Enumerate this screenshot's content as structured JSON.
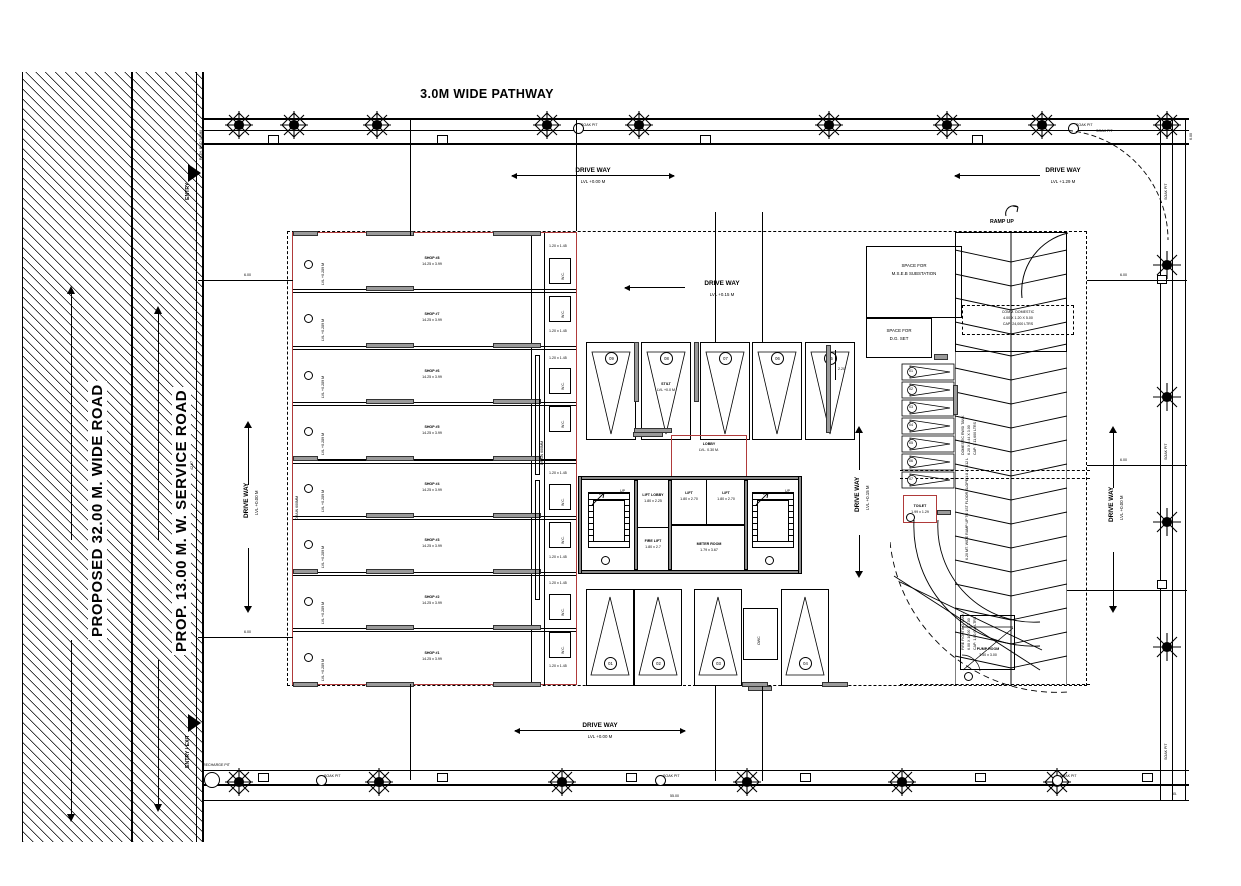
{
  "drawing": {
    "title": "3.0M WIDE PATHWAY",
    "type": "architectural-ground-floor-plan"
  },
  "roads": {
    "main": "PROPOSED 32.00 M. WIDE ROAD",
    "service": "PROP. 13.00 M. W. SERVICE ROAD"
  },
  "access": {
    "entry": "ENTRY",
    "entry_exit": "ENTRY / EXIT"
  },
  "driveways": [
    {
      "id": "dw-top-left",
      "label": "DRIVE WAY",
      "level": "LVL +0.00 M"
    },
    {
      "id": "dw-top-right",
      "label": "DRIVE WAY",
      "level": "LVL +1.29 M"
    },
    {
      "id": "dw-center",
      "label": "DRIVE WAY",
      "level": "LVL +0.15 M"
    },
    {
      "id": "dw-left",
      "label": "DRIVE WAY",
      "level": "LVL +0.00 M"
    },
    {
      "id": "dw-right-mid",
      "label": "DRIVE WAY",
      "level": "LVL +0.15 M"
    },
    {
      "id": "dw-right",
      "label": "DRIVE WAY",
      "level": "LVL +0.00 M"
    },
    {
      "id": "dw-bottom",
      "label": "DRIVE WAY",
      "level": "LVL +0.00 M"
    }
  ],
  "shops": [
    {
      "no": "SHOP #8",
      "size": "14.25 x 3.99",
      "level": "LVL +0.289 M"
    },
    {
      "no": "SHOP #7",
      "size": "14.25 x 3.99",
      "level": "LVL +0.289 M"
    },
    {
      "no": "SHOP #6",
      "size": "14.25 x 3.99",
      "level": "LVL +0.289 M"
    },
    {
      "no": "SHOP #5",
      "size": "14.25 x 3.99",
      "level": "LVL +0.289 M"
    },
    {
      "no": "SHOP #4",
      "size": "14.25 x 3.99",
      "level": "LVL +0.289 M"
    },
    {
      "no": "SHOP #3",
      "size": "14.25 x 3.99",
      "level": "LVL +0.289 M"
    },
    {
      "no": "SHOP #2",
      "size": "14.25 x 3.99",
      "level": "LVL +0.289 M"
    },
    {
      "no": "SHOP #1",
      "size": "14.25 x 3.99",
      "level": "LVL +0.289 M"
    }
  ],
  "shop_toilets": [
    {
      "label": "W.C.",
      "size": "1.20 x 1.45"
    },
    {
      "label": "W.C.",
      "size": "1.20 x 1.45"
    },
    {
      "label": "W.C.",
      "size": "1.20 x 1.45"
    },
    {
      "label": "W.C.",
      "size": "1.20 x 1.45"
    },
    {
      "label": "W.C.",
      "size": "1.20 x 1.45"
    },
    {
      "label": "W.C.",
      "size": "1.20 x 1.45"
    },
    {
      "label": "W.C.",
      "size": "1.20 x 1.45"
    },
    {
      "label": "W.C.",
      "size": "1.20 x 1.45"
    }
  ],
  "core": {
    "lobby": {
      "name": "LOBBY",
      "level": "LVL. 0.30 M."
    },
    "lift_lobby": {
      "name": "LIFT LOBBY",
      "size": "1.80 x 2.25"
    },
    "lift_1": {
      "name": "LIFT",
      "size": "1.80 x 2.70"
    },
    "lift_2": {
      "name": "LIFT",
      "size": "1.80 x 2.70"
    },
    "fire_lift": {
      "name": "FIRE LIFT",
      "size": "1.80 x 2.7"
    },
    "meter_room": {
      "name": "METER ROOM",
      "size": "1.79 x 3.67"
    },
    "stair_left": {
      "name": "UP"
    },
    "stair_right": {
      "name": "UP"
    }
  },
  "services": {
    "substation": "SPACE FOR\nM.S.E.B SUBSTATION",
    "substation_l1": "SPACE FOR",
    "substation_l2": "M.S.E.B SUBSTATION",
    "dg_l1": "SPACE FOR",
    "dg_l2": "D.G. SET",
    "pump_room": "PUMP ROOM",
    "pump_room_size": "3.50 x 3.00",
    "owc": "OWC",
    "toilet": "TOILET",
    "toilet_size": "1.99 x 1.29"
  },
  "tanks": {
    "comm_domestic_l1": "COMM. DOMESTIC",
    "comm_domestic_l2": "4.00 X 1.20 X 5.00",
    "comm_domestic_l3": "CAP: 24,000 LTRS",
    "domestic_l1": "DOMESTIC RWSI TANK",
    "domestic_l2": "6.20 X 6.44 X 3.00",
    "domestic_l3": "CAP: 1,11,600 LTRS",
    "fire_l1": "FIRE FIGHTING TANK",
    "fire_l2": "6.00 X 10.00 X 3.00",
    "fire_l3": "CAP: 1,80,000 LTRS"
  },
  "ramp": {
    "label_up": "RAMP UP",
    "spec": "6.20 MT. WIDE RAMP UP TO 1ST FLOOR SLOPE 1:8   27.812 L"
  },
  "parking": {
    "stilt_label": "STILT",
    "stilt_level": "LVL +0.0 M",
    "top_row": [
      "09",
      "08",
      "07",
      "06",
      "05"
    ],
    "bottom_row": [
      "01",
      "02",
      "03",
      "04"
    ],
    "angled_right": [
      "01",
      "02",
      "03",
      "04",
      "05",
      "06",
      "07"
    ]
  },
  "site_features": {
    "soak_pit": "SOAK PIT",
    "recharge_pit": "RECHARGE PIT",
    "drain": "DRAIN 600MM"
  },
  "colors": {
    "ink": "#000000",
    "accent_red": "#b03a3a",
    "wall_fill": "#8a8a8a",
    "paper": "#ffffff"
  }
}
